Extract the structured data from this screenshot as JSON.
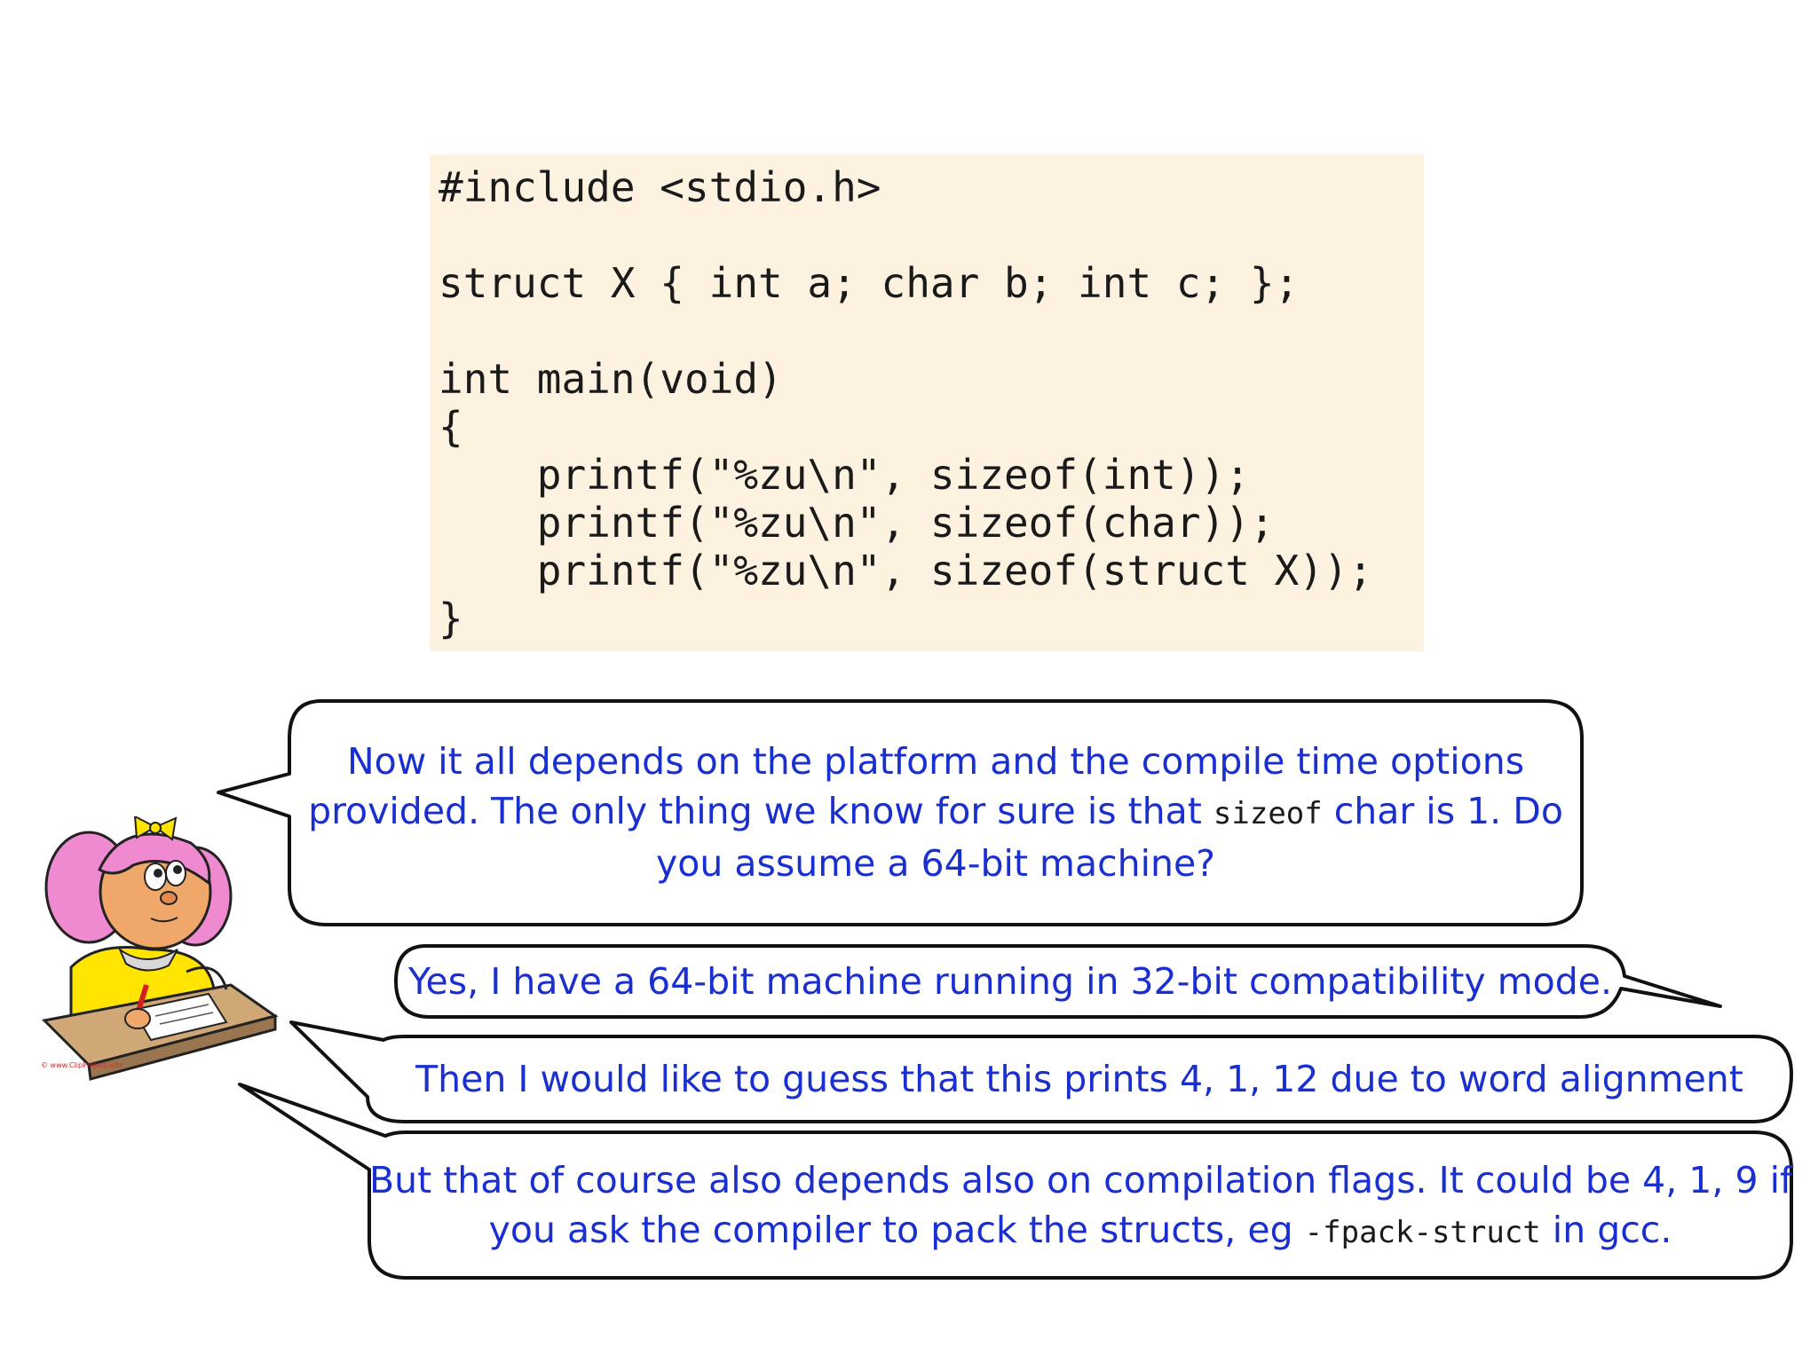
{
  "code": {
    "lines": [
      "#include <stdio.h>",
      "",
      "struct X { int a; char b; int c; };",
      "",
      "int main(void)",
      "{",
      "    printf(\"%zu\\n\", sizeof(int));",
      "    printf(\"%zu\\n\", sizeof(char));",
      "    printf(\"%zu\\n\", sizeof(struct X));",
      "}"
    ]
  },
  "bubbles": {
    "b1": {
      "line1": "Now it all depends on the platform and the compile time options",
      "line2_pre": "provided. The only thing we know for sure is that ",
      "line2_code": "sizeof",
      "line2_post": " char is 1. Do",
      "line3": "you assume a 64-bit machine?"
    },
    "b2": {
      "text": "Yes, I have a 64-bit machine running in 32-bit compatibility mode."
    },
    "b3": {
      "text": "Then I would like to guess that this prints 4, 1, 12 due to word alignment"
    },
    "b4": {
      "line1": "But that of course also depends also on compilation flags. It could be 4, 1, 9 if",
      "line2_pre": "you ask the compiler to pack the structs, eg ",
      "line2_code": "-fpack-struct",
      "line2_post": " in gcc."
    }
  },
  "illustration": {
    "icon": "girl-writing-icon",
    "credit": "© www.ClipProject.info"
  },
  "colors": {
    "code_background": "#fdf1e0",
    "bubble_text": "#1a2fd0",
    "code_text": "#1a1a1a"
  }
}
